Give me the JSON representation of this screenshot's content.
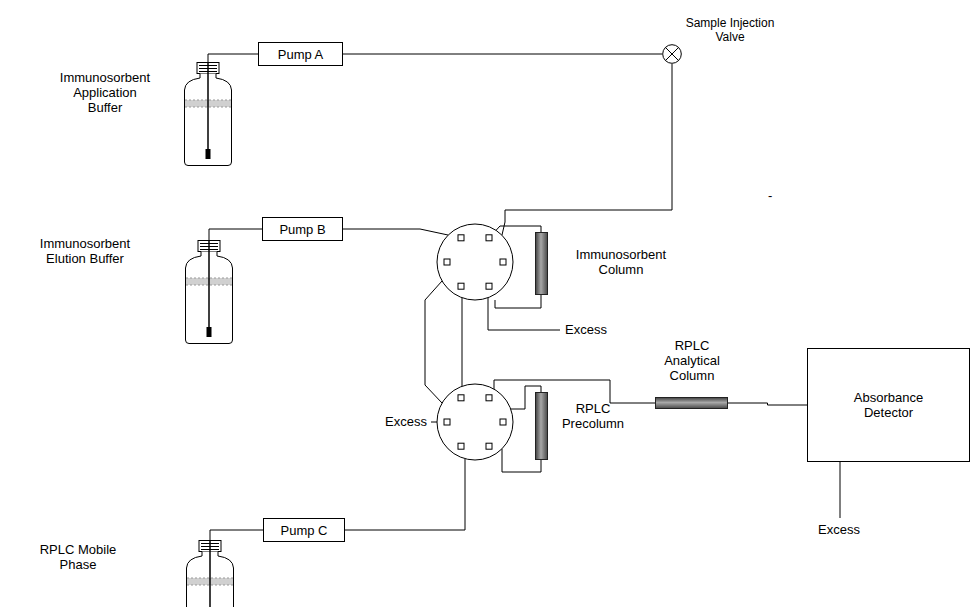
{
  "diagram": {
    "nodes": [
      {
        "text": [
          "Pump A"
        ]
      },
      {
        "text": [
          "Sample Injection Valve"
        ]
      },
      {
        "text": [
          "Immunosorbent Application Buffer"
        ]
      },
      {
        "text": [
          "Pump B"
        ]
      },
      {
        "text": [
          "Immunosorbent Column"
        ]
      },
      {
        "text": [
          "Immunosorbent Elution Buffer"
        ]
      },
      {
        "text": [
          "RPLC Analytical Column"
        ]
      },
      {
        "text": [
          "Absorbance Detector"
        ]
      },
      {
        "text": [
          "RPLC Precolumn"
        ]
      },
      {
        "text": [
          "Pump C"
        ]
      },
      {
        "text": [
          "RPLC Mobile Phase"
        ]
      }
    ],
    "edges": [
      {
        "from": 2,
        "to": 0,
        "arrow": "none"
      },
      {
        "from": 0,
        "to": 1,
        "arrow": "none"
      },
      {
        "from": 5,
        "to": 3,
        "arrow": "none"
      },
      {
        "from": 10,
        "to": 9,
        "arrow": "none"
      },
      {
        "from": 6,
        "to": 7,
        "arrow": "none"
      }
    ],
    "labels": [
      "Excess",
      "Excess",
      "Excess",
      "-"
    ]
  }
}
